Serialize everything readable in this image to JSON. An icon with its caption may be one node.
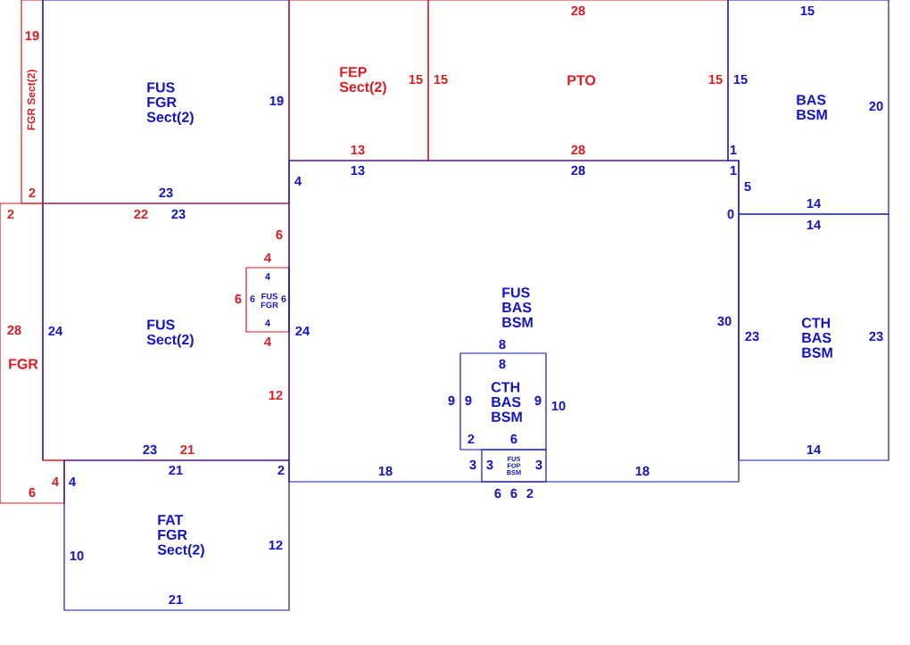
{
  "diagram": {
    "nodes": [
      {
        "text": [
          "FGR",
          "Sect(2)"
        ]
      },
      {
        "text": [
          "FUS",
          "FGR",
          "Sect(2)"
        ]
      },
      {
        "text": [
          "FEP",
          "Sect(2)"
        ]
      },
      {
        "text": [
          "PTO"
        ]
      },
      {
        "text": [
          "BAS",
          "BSM"
        ]
      },
      {
        "text": [
          "FGR"
        ]
      },
      {
        "text": [
          "FUS",
          "Sect(2)"
        ]
      },
      {
        "text": [
          "FUS",
          "FGR"
        ],
        "in": 6
      },
      {
        "text": [
          "FUS",
          "BAS",
          "BSM"
        ]
      },
      {
        "text": [
          "CTH",
          "BAS",
          "BSM"
        ],
        "in": 8
      },
      {
        "text": [
          "FUS",
          "FOP",
          "BSM"
        ],
        "in": 8
      },
      {
        "text": [
          "CTH",
          "BAS",
          "BSM"
        ]
      },
      {
        "text": [
          "FAT",
          "FGR",
          "Sect(2)"
        ]
      }
    ],
    "labels": [
      "28",
      "15",
      "19",
      "15",
      "15",
      "15",
      "15",
      "19",
      "20",
      "13",
      "28",
      "1",
      "2",
      "23",
      "14",
      "13",
      "28",
      "1",
      "4",
      "5",
      "2",
      "22",
      "23",
      "0",
      "14",
      "6",
      "4",
      "4",
      "6",
      "6",
      "6",
      "4",
      "28",
      "24",
      "24",
      "30",
      "23",
      "23",
      "4",
      "8",
      "8",
      "12",
      "9",
      "9",
      "9",
      "10",
      "2",
      "6",
      "23",
      "21",
      "14",
      "21",
      "2",
      "18",
      "3",
      "3",
      "3",
      "18",
      "4",
      "4",
      "6",
      "6",
      "6",
      "2",
      "12",
      "10",
      "21"
    ]
  }
}
